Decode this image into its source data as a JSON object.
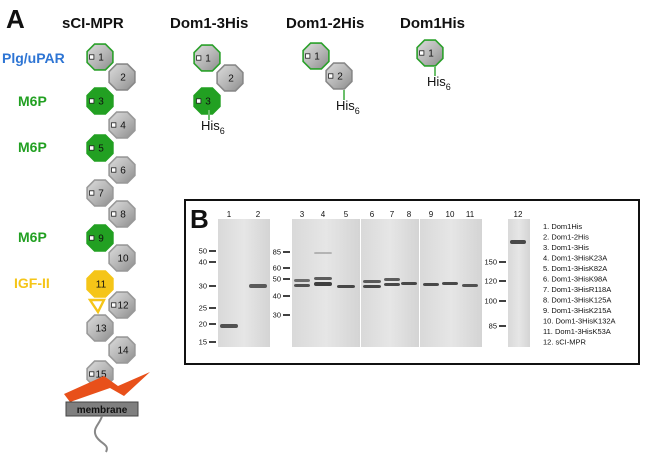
{
  "panelA": {
    "letter": "A",
    "columns": [
      "sCI-MPR",
      "Dom1-3His",
      "Dom1-2His",
      "Dom1His"
    ],
    "labels": {
      "plg": "Plg/uPAR",
      "m6p": "M6P",
      "igf": "IGF-II",
      "membrane": "membrane"
    },
    "domains": [
      "1",
      "2",
      "3",
      "4",
      "5",
      "6",
      "7",
      "8",
      "9",
      "10",
      "11",
      "12",
      "13",
      "14",
      "15"
    ],
    "his": "His",
    "his_sub": "6",
    "colors": {
      "plg": "#2e75d4",
      "m6p": "#22a022",
      "igf": "#f5c518",
      "grey": "#a8a8a8",
      "green_edge": "#2aa02a",
      "red": "#e8501a"
    }
  },
  "panelB": {
    "letter": "B",
    "lanes": [
      "1",
      "2",
      "3",
      "4",
      "5",
      "6",
      "7",
      "8",
      "9",
      "10",
      "11",
      "12"
    ],
    "mw_left": [
      "50",
      "40",
      "30",
      "25",
      "20",
      "15"
    ],
    "mw_mid": [
      "85",
      "60",
      "50",
      "40",
      "30"
    ],
    "mw_right": [
      "150",
      "120",
      "100",
      "85"
    ],
    "legend": [
      "1.   Dom1His",
      "2.   Dom1-2His",
      "3.   Dom1-3His",
      "4.   Dom1-3HisK23A",
      "5.   Dom1-3HisK82A",
      "6.   Dom1-3HisK98A",
      "7.   Dom1-3HisR118A",
      "8.   Dom1-3HisK125A",
      "9.   Dom1-3HisK215A",
      "10.  Dom1-3HisK132A",
      "11.  Dom1-3HisK53A",
      "12.  sCI-MPR"
    ]
  }
}
